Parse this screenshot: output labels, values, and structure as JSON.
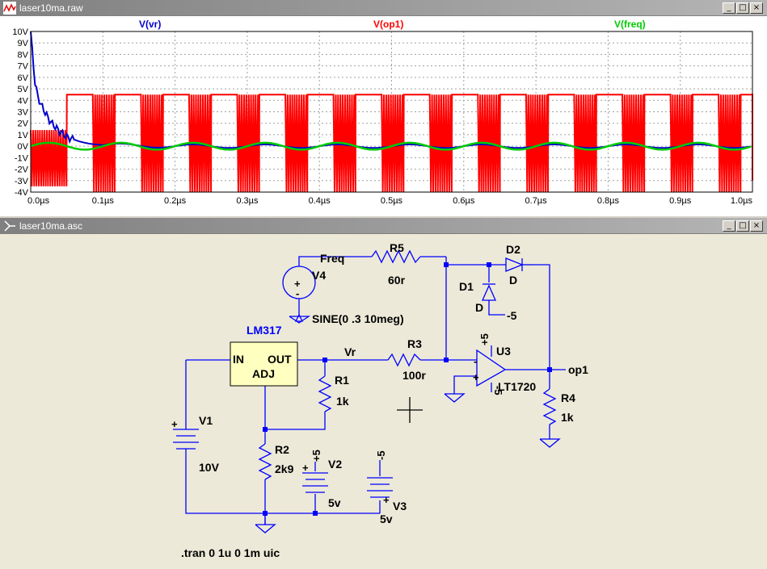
{
  "waveform_window": {
    "title": "laser10ma.raw",
    "traces": [
      {
        "name": "V(vr)",
        "color": "#0000cc"
      },
      {
        "name": "V(op1)",
        "color": "#ff0000"
      },
      {
        "name": "V(freq)",
        "color": "#00cc00"
      }
    ],
    "y_ticks": [
      "10V",
      "9V",
      "8V",
      "7V",
      "6V",
      "5V",
      "4V",
      "3V",
      "2V",
      "1V",
      "0V",
      "-1V",
      "-2V",
      "-3V",
      "-4V"
    ],
    "x_ticks": [
      "0.0µs",
      "0.1µs",
      "0.2µs",
      "0.3µs",
      "0.4µs",
      "0.5µs",
      "0.6µs",
      "0.7µs",
      "0.8µs",
      "0.9µs",
      "1.0µs"
    ]
  },
  "chart_data": {
    "type": "line",
    "x_range_us": [
      0,
      1.0
    ],
    "ylim": [
      -4,
      10
    ],
    "grid": true,
    "series": [
      {
        "name": "V(vr)",
        "color": "#0000cc",
        "x": [
          0,
          0.003,
          0.006,
          0.01,
          0.015,
          0.02,
          0.025,
          0.03,
          0.04,
          0.05,
          0.1,
          0.2,
          0.3,
          0.5,
          0.7,
          1.0
        ],
        "y": [
          10,
          7.5,
          5.5,
          4.2,
          3.4,
          2.8,
          2.2,
          1.8,
          1.2,
          0.8,
          0.1,
          0,
          0,
          0,
          0,
          0
        ]
      },
      {
        "name": "V(op1)",
        "color": "#ff0000",
        "description": "high plateaus at 4.5V alternating with bursts oscillating between about -4V and 4.5V",
        "high_level": 4.5,
        "low_level": -4
      },
      {
        "name": "V(freq)",
        "color": "#00cc00",
        "description": "sine 0.3V amplitude, 10MHz",
        "amplitude": 0.3,
        "frequency_mhz": 10
      }
    ]
  },
  "schematic_window": {
    "title": "laser10ma.asc",
    "labels": {
      "freq_net": "Freq",
      "r5": "R5",
      "r5_val": "60r",
      "d2": "D2",
      "d2_val": "D",
      "d1": "D1",
      "d1_val": "D",
      "d1_neg": "-5",
      "v4": "V4",
      "v4_val": "SINE(0 .3 10meg)",
      "lm317": "LM317",
      "lm317_in": "IN",
      "lm317_out": "OUT",
      "lm317_adj": "ADJ",
      "vr_net": "Vr",
      "r3": "R3",
      "r3_val": "100r",
      "u3": "U3",
      "u3_val": "LT1720",
      "u3_vp": "+5",
      "u3_vn": "-5",
      "op1_net": "op1",
      "r1": "R1",
      "r1_val": "1k",
      "r4": "R4",
      "r4_val": "1k",
      "v1": "V1",
      "v1_val": "10V",
      "r2": "R2",
      "r2_val": "2k9",
      "v2": "V2",
      "v2_val": "5v",
      "v2_top": "+5",
      "v3": "V3",
      "v3_val": "5v",
      "v3_top": "-5",
      "directive": ".tran 0 1u 0 1m uic",
      "plus": "+",
      "minus": "-"
    }
  }
}
